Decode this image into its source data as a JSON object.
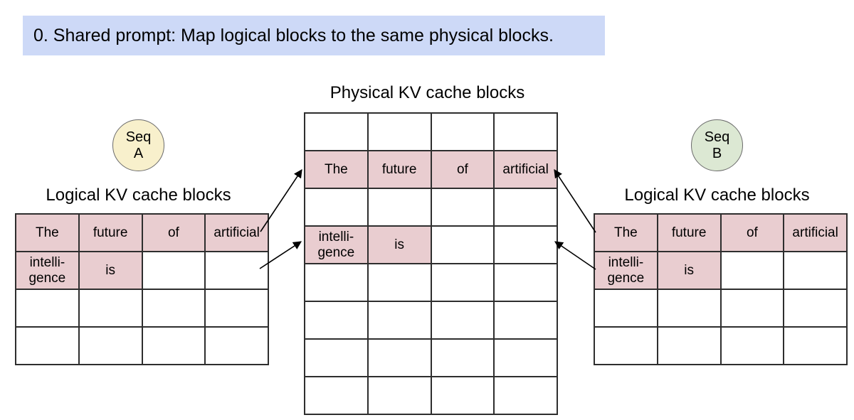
{
  "banner": {
    "text": "0. Shared prompt: Map logical blocks to the same physical blocks."
  },
  "colors": {
    "banner_bg": "#cdd9f7",
    "filled_cell": "#e9cdd0",
    "seq_a_bg": "#f8f0cc",
    "seq_b_bg": "#dce8d3",
    "table_border": "#2e2e2e",
    "circle_border": "#6b6b6b",
    "arrow": "#000000"
  },
  "seq_a": {
    "line1": "Seq",
    "line2": "A"
  },
  "seq_b": {
    "line1": "Seq",
    "line2": "B"
  },
  "left_table": {
    "title": "Logical KV cache blocks",
    "rows": [
      [
        "The",
        "future",
        "of",
        "artificial"
      ],
      [
        "intelli-\ngence",
        "is",
        "",
        ""
      ],
      [
        "",
        "",
        "",
        ""
      ],
      [
        "",
        "",
        "",
        ""
      ]
    ]
  },
  "physical_table": {
    "title": "Physical KV cache blocks",
    "rows": [
      [
        "",
        "",
        "",
        ""
      ],
      [
        "The",
        "future",
        "of",
        "artificial"
      ],
      [
        "",
        "",
        "",
        ""
      ],
      [
        "intelli-\ngence",
        "is",
        "",
        ""
      ],
      [
        "",
        "",
        "",
        ""
      ],
      [
        "",
        "",
        "",
        ""
      ],
      [
        "",
        "",
        "",
        ""
      ],
      [
        "",
        "",
        "",
        ""
      ]
    ]
  },
  "right_table": {
    "title": "Logical KV cache blocks",
    "rows": [
      [
        "The",
        "future",
        "of",
        "artificial"
      ],
      [
        "intelli-\ngence",
        "is",
        "",
        ""
      ],
      [
        "",
        "",
        "",
        ""
      ],
      [
        "",
        "",
        "",
        ""
      ]
    ]
  }
}
